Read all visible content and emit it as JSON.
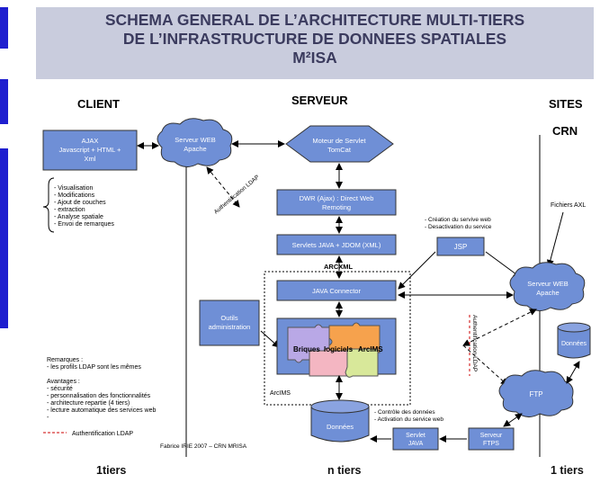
{
  "title": {
    "line1": "SCHEMA GENERAL DE L’ARCHITECTURE MULTI-TIERS",
    "line2": "DE L’INFRASTRUCTURE DE DONNEES SPATIALES",
    "line3": "M²ISA"
  },
  "columns": {
    "client": "CLIENT",
    "serveur": "SERVEUR",
    "sites": "SITES",
    "crn": "CRN"
  },
  "nodes": {
    "ajax": [
      "AJAX",
      "Javascript + HTML +",
      "Xml"
    ],
    "web_server_left": [
      "Serveur WEB",
      "Apache"
    ],
    "servlet_engine": [
      "Moteur de Servlet",
      "TomCat"
    ],
    "dwr": [
      "DWR (Ajax) : Direct Web",
      "Remoting"
    ],
    "servlets_java": "Servlets JAVA + JDOM (XML)",
    "arcxml": "ARCXML",
    "java_connector": "JAVA Connector",
    "outils": [
      "Outils",
      "administration"
    ],
    "puzzle": {
      "briques": "Briques",
      "logiciels": "logiciels",
      "arcims": "ArcIMS"
    },
    "arcims_label": "ArcIMS",
    "donnees_center": "Données",
    "servlet_java": [
      "Servlet",
      "JAVA"
    ],
    "serveur_ftps": [
      "Serveur",
      "FTPS"
    ],
    "jsp": "JSP",
    "web_server_right": [
      "Serveur WEB",
      "Apache"
    ],
    "donnees_right": "Données",
    "ftp": "FTP"
  },
  "annotations": {
    "client_functions": [
      "- Visualisation",
      "- Modifications",
      "- Ajout de couches",
      "- extraction",
      "- Analyse spatiale",
      "- Envoi de remarques"
    ],
    "ldap_left": "Authentification LDAP",
    "ldap_right": "Authentification LDAP",
    "jsp_notes": [
      "- Création du servive web",
      "- Desactivation du service"
    ],
    "fichiers_axl": "Fichiers AXL",
    "controle_notes": [
      "- Contrôle des données",
      "- Activation du service web"
    ],
    "remarques": [
      "Remarques :",
      "- les profils LDAP sont les mêmes"
    ],
    "avantages": [
      "Avantages :",
      "- sécurité",
      "- personnalisation des fonctionnalités",
      "- architecture repartie (4 tiers)",
      "- lecture automatique des services web",
      "-"
    ],
    "legend_ldap": "Authentification LDAP",
    "credit": "Fabrice IRIE 2007 – CRN MRISA"
  },
  "tiers": {
    "left": "1tiers",
    "middle": "n tiers",
    "right": "1 tiers"
  },
  "colors": {
    "accent_bar": "#1f1fcf",
    "title_bg": "#c9ccdd",
    "box_fill": "#6f8fd6",
    "cloud_fill": "#6f8fd6",
    "ldap_dash": "#cc0000"
  }
}
